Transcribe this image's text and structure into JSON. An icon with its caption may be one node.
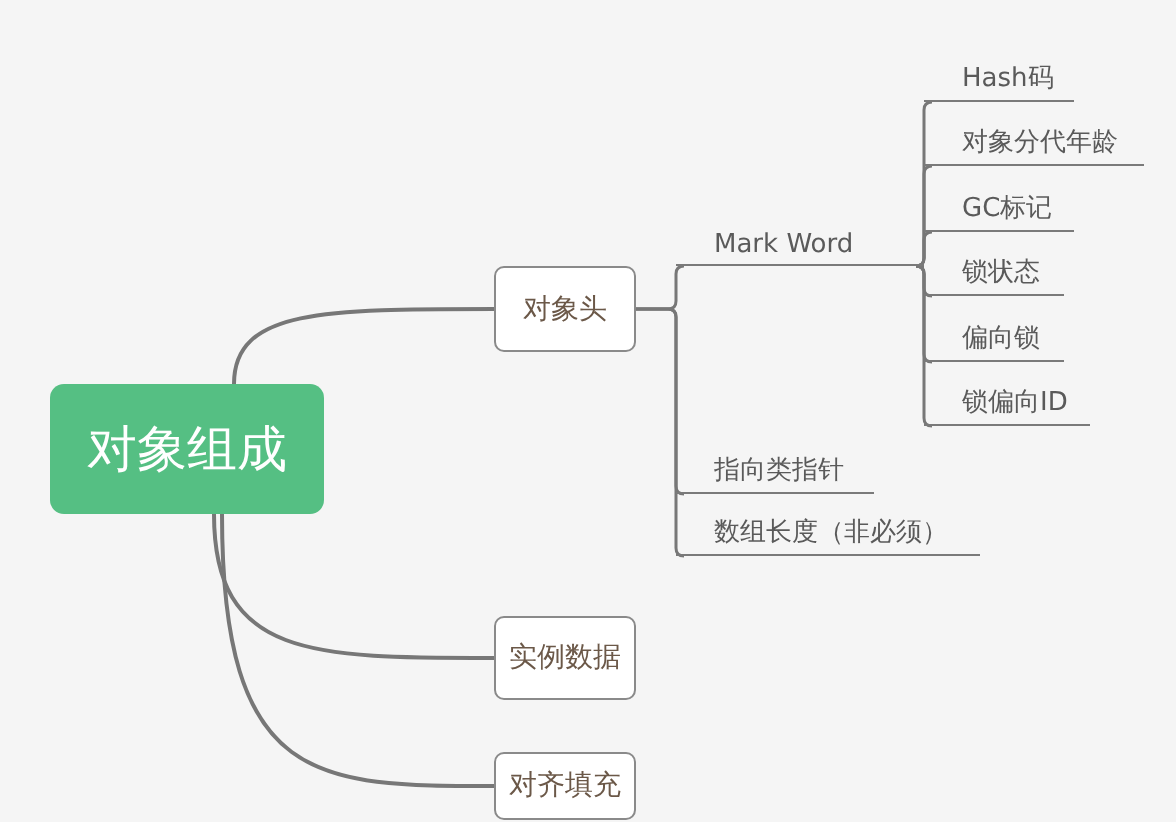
{
  "diagram": {
    "nodes": [
      {
        "text": [
          "对象组成"
        ]
      },
      {
        "text": [
          "对象头"
        ]
      },
      {
        "text": [
          "实例数据"
        ]
      },
      {
        "text": [
          "对齐填充"
        ]
      },
      {
        "text": [
          "Mark Word"
        ]
      },
      {
        "text": [
          "指向类指针"
        ]
      },
      {
        "text": [
          "数组长度（非必须）"
        ]
      },
      {
        "text": [
          "Hash码"
        ]
      },
      {
        "text": [
          "对象分代年龄"
        ]
      },
      {
        "text": [
          "GC标记"
        ]
      },
      {
        "text": [
          "锁状态"
        ]
      },
      {
        "text": [
          "偏向锁"
        ]
      },
      {
        "text": [
          "锁偏向ID"
        ]
      }
    ],
    "edges": [
      {
        "from": 0,
        "to": 1,
        "arrow": "none"
      },
      {
        "from": 0,
        "to": 2,
        "arrow": "none"
      },
      {
        "from": 0,
        "to": 3,
        "arrow": "none"
      },
      {
        "from": 1,
        "to": 4,
        "arrow": "none"
      },
      {
        "from": 1,
        "to": 5,
        "arrow": "none"
      },
      {
        "from": 1,
        "to": 6,
        "arrow": "none"
      },
      {
        "from": 4,
        "to": 7,
        "arrow": "none"
      },
      {
        "from": 4,
        "to": 8,
        "arrow": "none"
      },
      {
        "from": 4,
        "to": 9,
        "arrow": "none"
      },
      {
        "from": 4,
        "to": 10,
        "arrow": "none"
      },
      {
        "from": 4,
        "to": 11,
        "arrow": "none"
      },
      {
        "from": 4,
        "to": 12,
        "arrow": "none"
      }
    ]
  }
}
